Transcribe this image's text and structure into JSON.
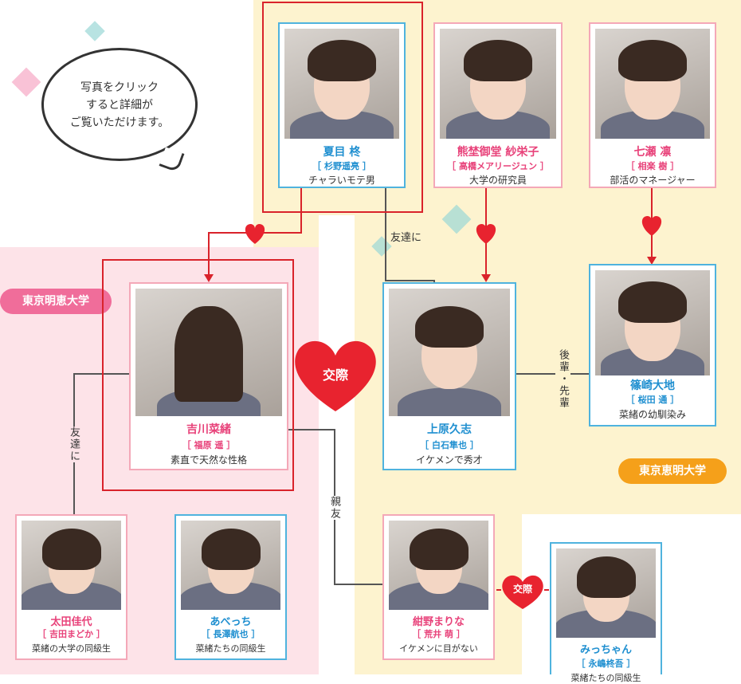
{
  "bubble": {
    "lines": [
      "写真をクリック",
      "すると詳細が",
      "ご覧いただけます。"
    ]
  },
  "groups": {
    "left": "東京明恵大学",
    "right": "東京恵明大学"
  },
  "relations": {
    "friend_top": "友達に",
    "friend_left": "友達に",
    "senior": "後輩・先輩",
    "best_friend": "親友",
    "dating_big": "交際",
    "dating_small": "交際"
  },
  "characters": [
    {
      "id": "natsume",
      "name": "夏目 柊",
      "actor": "［ 杉野遥亮 ］",
      "desc": "チャラいモテ男",
      "color": "blue"
    },
    {
      "id": "kumaso",
      "name": "熊埜御堂 紗栄子",
      "actor": "［ 高橋メアリージュン ］",
      "desc": "大学の研究員",
      "color": "pink"
    },
    {
      "id": "nanase",
      "name": "七瀬 凛",
      "actor": "［ 相楽 樹 ］",
      "desc": "部活のマネージャー",
      "color": "pink"
    },
    {
      "id": "yoshikawa",
      "name": "吉川菜緒",
      "actor": "［ 福原 遥 ］",
      "desc": "素直で天然な性格",
      "color": "pink"
    },
    {
      "id": "uehara",
      "name": "上原久志",
      "actor": "［ 白石隼也 ］",
      "desc": "イケメンで秀才",
      "color": "blue"
    },
    {
      "id": "shinozaki",
      "name": "篠崎大地",
      "actor": "［ 桜田 通 ］",
      "desc": "菜緒の幼馴染み",
      "color": "blue"
    },
    {
      "id": "ota",
      "name": "太田佳代",
      "actor": "［ 吉田まどか ］",
      "desc": "菜緒の大学の同級生",
      "color": "pink"
    },
    {
      "id": "abecchi",
      "name": "あべっち",
      "actor": "［ 長澤航也 ］",
      "desc": "菜緒たちの同級生",
      "color": "blue"
    },
    {
      "id": "konno",
      "name": "紺野まりな",
      "actor": "［ 荒井 萌 ］",
      "desc": "イケメンに目がない",
      "color": "pink"
    },
    {
      "id": "micchan",
      "name": "みっちゃん",
      "actor": "［ 永嶋柊吾 ］",
      "desc": "菜緒たちの同級生",
      "color": "blue"
    }
  ],
  "colors": {
    "pink": "#e8427a",
    "blue": "#1f8fd0",
    "heart": "#e8232f",
    "line": "#555555",
    "red_line": "#d9232b"
  }
}
